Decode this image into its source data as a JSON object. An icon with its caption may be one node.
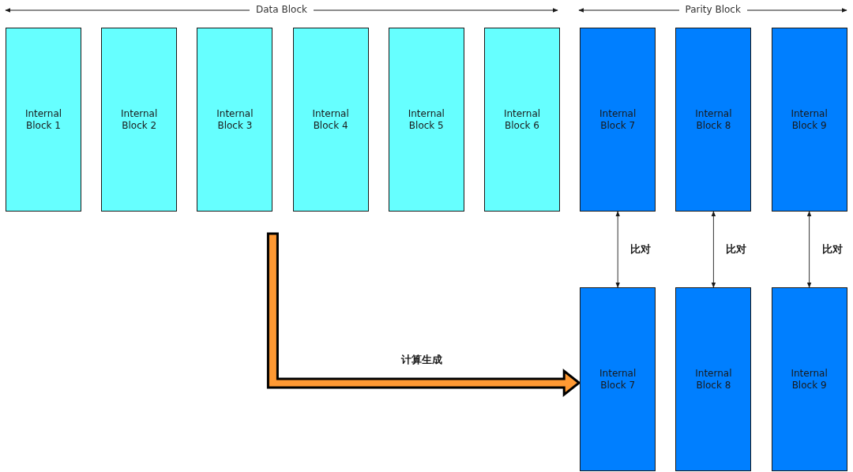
{
  "diagram": {
    "nodes": [
      {
        "text": [
          "Internal Block 1"
        ]
      },
      {
        "text": [
          "Internal Block 2"
        ]
      },
      {
        "text": [
          "Internal Block 3"
        ]
      },
      {
        "text": [
          "Internal Block 4"
        ]
      },
      {
        "text": [
          "Internal Block 5"
        ]
      },
      {
        "text": [
          "Internal Block 6"
        ]
      },
      {
        "text": [
          "Internal Block 7"
        ]
      },
      {
        "text": [
          "Internal Block 8"
        ]
      },
      {
        "text": [
          "Internal Block 9"
        ]
      },
      {
        "text": [
          "Internal Block 7"
        ]
      },
      {
        "text": [
          "Internal Block 8"
        ]
      },
      {
        "text": [
          "Internal Block 9"
        ]
      }
    ],
    "edges": [
      {
        "from": 6,
        "to": 9,
        "arrow": "both",
        "label": "比对"
      },
      {
        "from": 7,
        "to": 10,
        "arrow": "both",
        "label": "比对"
      },
      {
        "from": 8,
        "to": 11,
        "arrow": "both",
        "label": "比对"
      },
      {
        "from": 2,
        "to": 9,
        "arrow": "to",
        "label": "计算生成",
        "style": "thick",
        "color": "#ff9933"
      }
    ],
    "labels": [
      "Data Block",
      "Parity Block"
    ]
  }
}
